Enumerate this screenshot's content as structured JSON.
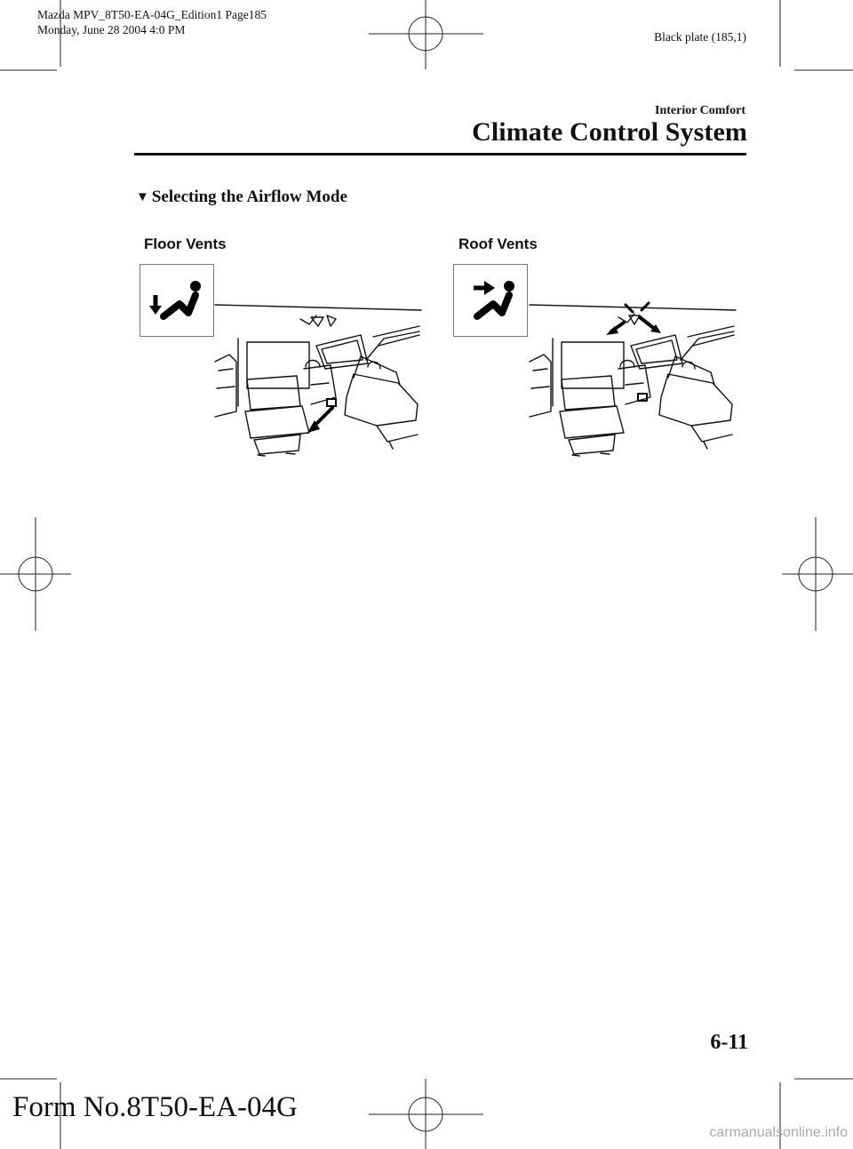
{
  "print_header": {
    "line1": "Mazda MPV_8T50-EA-04G_Edition1 Page185",
    "line2": "Monday, June 28 2004 4:0 PM",
    "plate": "Black plate (185,1)"
  },
  "header": {
    "section": "Interior Comfort",
    "title": "Climate Control System"
  },
  "subheading": {
    "marker": "▼",
    "text": "Selecting the Airflow Mode"
  },
  "figures": [
    {
      "label": "Floor Vents",
      "icon": "floor-vent-mode-icon"
    },
    {
      "label": "Roof Vents",
      "icon": "roof-vent-mode-icon"
    }
  ],
  "footer": {
    "page_number": "6-11",
    "form_number": "Form No.8T50-EA-04G",
    "watermark": "carmanualsonline.info"
  }
}
